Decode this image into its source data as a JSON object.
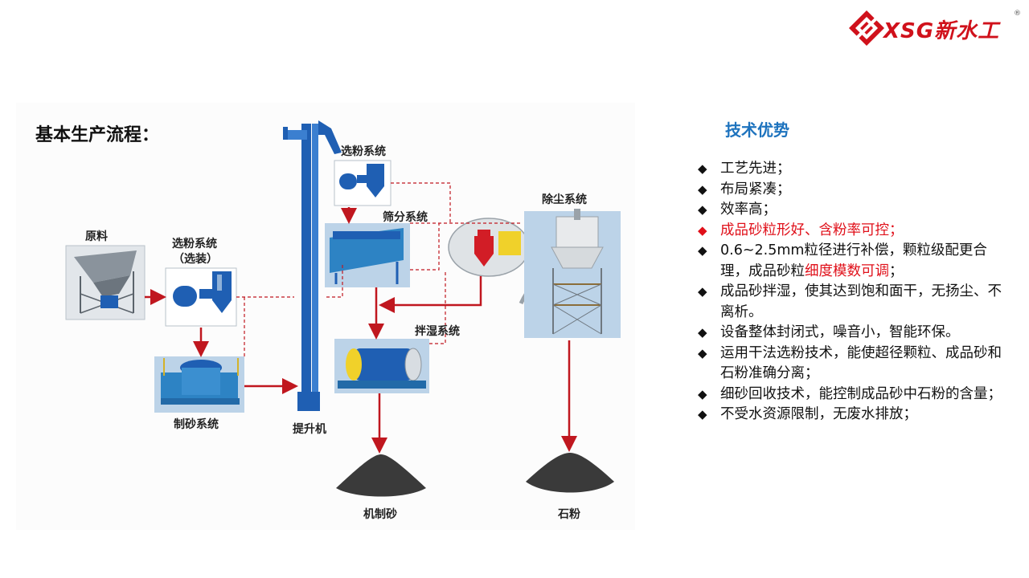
{
  "brand": {
    "name": "XSG新水工",
    "registered": "®",
    "primary_color": "#d0111b"
  },
  "diagram": {
    "title": "基本生产流程：",
    "nodes": {
      "raw": "原料",
      "powder_select_top": "选粉系统",
      "powder_select_left": "选粉系统",
      "powder_select_left_sub": "（选装）",
      "screening": "筛分系统",
      "sand_making": "制砂系统",
      "elevator": "提升机",
      "mixing": "拌湿系统",
      "dust": "除尘系统",
      "machine_sand": "机制砂",
      "stone_powder": "石粉"
    },
    "colors": {
      "equipment": "#1f5fb3",
      "arrow": "#c0171f",
      "pile": "#3a3a3a",
      "panel_bg": "#bcd3e8"
    }
  },
  "advantages": {
    "title": "技术优势",
    "bullet": "◆",
    "items": [
      {
        "text": "工艺先进；"
      },
      {
        "text": "布局紧凑；"
      },
      {
        "text": "效率高；"
      },
      {
        "text": "成品砂粒形好、含粉率可控；"
      },
      {
        "text_a": "0.6~2.5mm粒径进行补偿，颗粒级配更合理，成品砂粒",
        "text_b": "细度模数可调",
        "text_c": "；"
      },
      {
        "text": "成品砂拌湿，使其达到饱和面干，无扬尘、不离析。"
      },
      {
        "text": "设备整体封闭式，噪音小，智能环保。"
      },
      {
        "text": "运用干法选粉技术，能使超径颗粒、成品砂和石粉准确分离；"
      },
      {
        "text": "细砂回收技术，能控制成品砂中石粉的含量；"
      },
      {
        "text": "不受水资源限制，无废水排放；"
      }
    ]
  }
}
